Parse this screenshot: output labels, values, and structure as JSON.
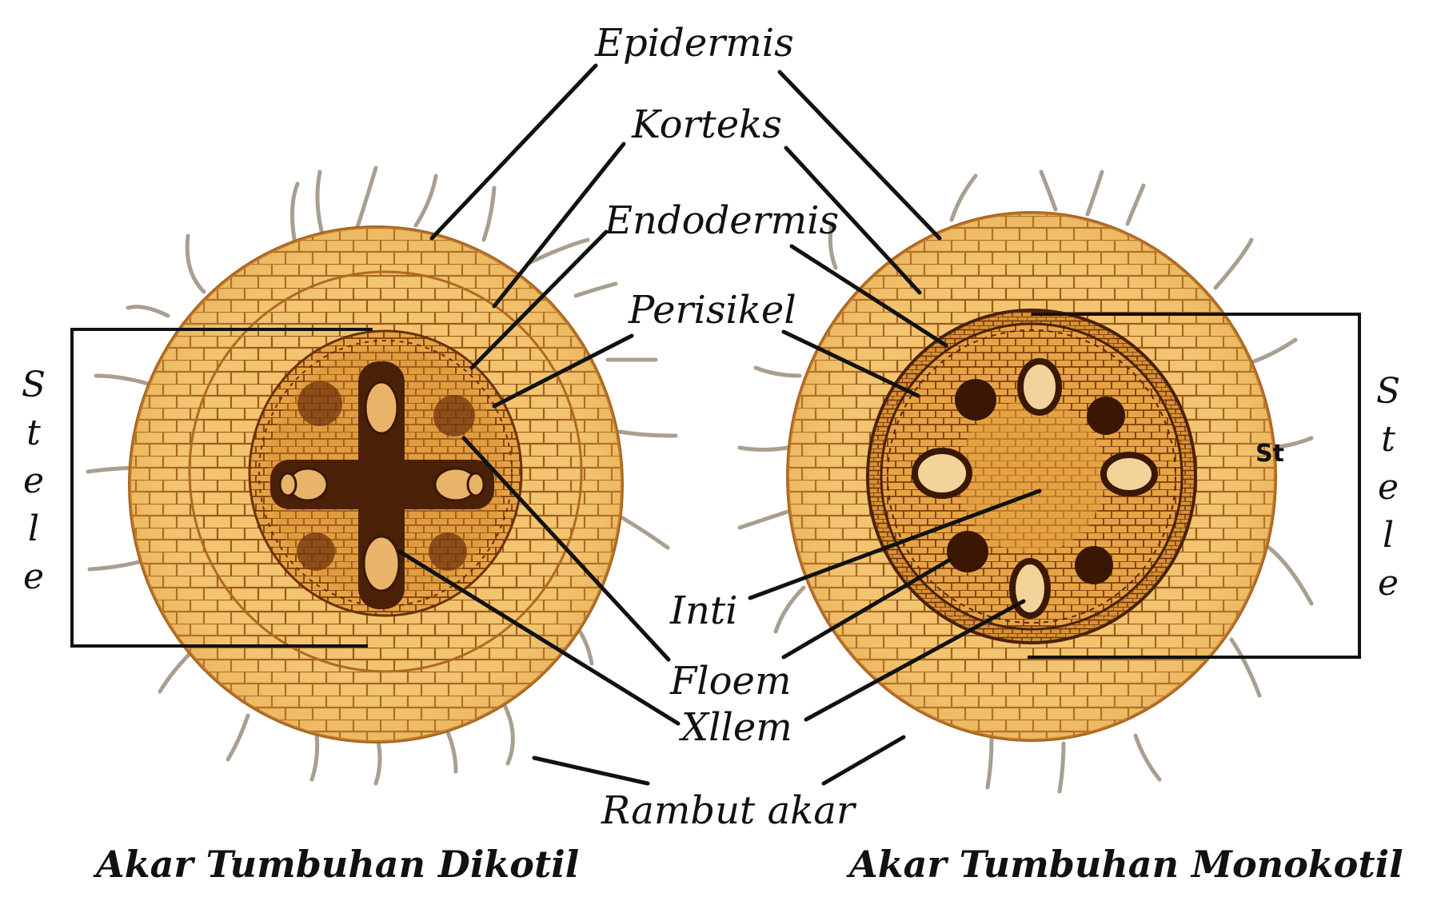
{
  "labels": {
    "epidermis": "Epidermis",
    "korteks": "Korteks",
    "endodermis": "Endodermis",
    "perisikel": "Perisikel",
    "inti": "Inti",
    "floem": "Floem",
    "xilem": "Xllem",
    "rambut_akar": "Rambut akar",
    "stele_left": "Stele",
    "stele_right": "Stele",
    "stele_fragment": "St"
  },
  "captions": {
    "dikotil": "Akar Tumbuhan Dikotil",
    "monokotil": "Akar Tumbuhan Monokotil"
  },
  "colors": {
    "tissue_light": "#f3c86e",
    "tissue_mid": "#e8a33c",
    "tissue_dark": "#c98228",
    "cell_wall": "#8a4e12",
    "vascular_dark": "#4a2108",
    "hair": "#a89f90",
    "leader_line": "#111111"
  }
}
